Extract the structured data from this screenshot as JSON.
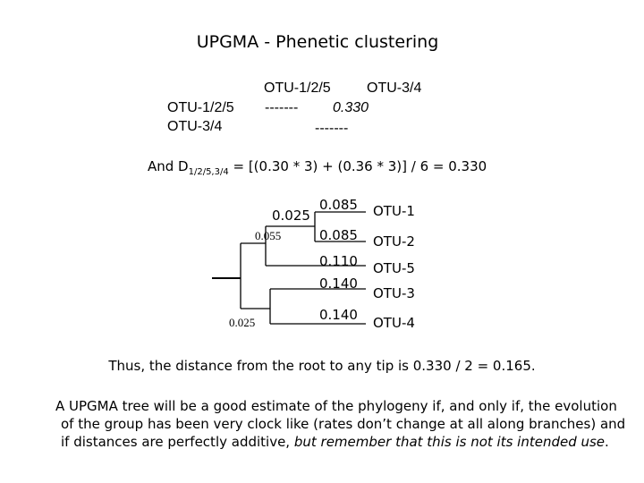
{
  "slide": {
    "title": "UPGMA - Phenetic clustering"
  },
  "matrix": {
    "col_headers": [
      "OTU-1/2/5",
      "OTU-3/4"
    ],
    "row_headers": [
      "OTU-1/2/5",
      "OTU-3/4"
    ],
    "row1": {
      "dash": "-------",
      "value": "0.330"
    },
    "row2": {
      "dash": "-------"
    }
  },
  "formula": {
    "prefix": "And D",
    "subscript": "1/2/5,3/4",
    "expression": " = [(0.30 * 3) + (0.36 * 3)] / 6 = 0.330"
  },
  "tree": {
    "tips": [
      "OTU-1",
      "OTU-2",
      "OTU-5",
      "OTU-3",
      "OTU-4"
    ],
    "tip_branch_labels": [
      "0.085",
      "0.085",
      "0.110",
      "0.140",
      "0.140"
    ],
    "internal_labels": {
      "clade_12": "0.025",
      "clade_125": "0.055",
      "root_lower": "0.025"
    }
  },
  "text": {
    "root_sentence": "Thus, the distance from the root to any tip is 0.330 / 2 = 0.165.",
    "para_line1": "A UPGMA tree will be a good estimate of the phylogeny if, and only if,  the evolution",
    "para_line2": "of the group has been very clock like (rates don’t change at all along branches) and",
    "para_line3_a": "if distances are perfectly additive, ",
    "para_line3_b": "but remember that this is not its intended use",
    "para_line3_c": "."
  }
}
